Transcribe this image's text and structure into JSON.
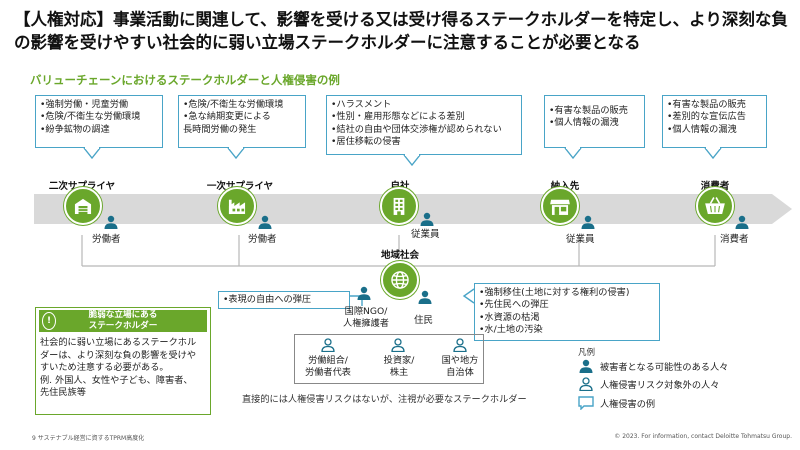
{
  "title": "【人権対応】事業活動に関連して、影響を受ける又は受け得るステークホルダーを特定し、より深刻な負の影響を受けやすい社会的に弱い立場ステークホルダーに注意することが必要となる",
  "subtitle": "バリューチェーンにおけるステークホルダーと人権侵害の例",
  "callouts": {
    "second_tier": [
      "•強制労働・児童労働",
      "•危険/不衛生な労働環境",
      "•紛争鉱物の調達"
    ],
    "first_tier": [
      "•危険/不衛生な労働環境",
      "•急な納期変更による",
      "  長時間労働の発生"
    ],
    "company": [
      "•ハラスメント",
      "•性別・雇用形態などによる差別",
      "•結社の自由や団体交渉権が認められない",
      "•居住移転の侵害"
    ],
    "delivery": [
      "•有害な製品の販売",
      "•個人情報の漏洩"
    ],
    "consumer": [
      "•有害な製品の販売",
      "•差別的な宣伝広告",
      "•個人情報の漏洩"
    ],
    "expression": [
      "•表現の自由への弾圧"
    ],
    "residents": [
      "•強制移住(土地に対する権利の侵害)",
      "•先住民への弾圧",
      "•水資源の枯渇",
      "•水/土地の汚染"
    ]
  },
  "nodes": {
    "second_tier": "二次サプライヤ",
    "first_tier": "一次サプライヤ",
    "company": "自社",
    "delivery": "納入先",
    "consumer": "消費者",
    "community": "地域社会"
  },
  "persons": {
    "worker1": "労働者",
    "worker2": "労働者",
    "employee1": "従業員",
    "employee2": "従業員",
    "consumer": "消費者",
    "ngo": "国際NGO/\n人権擁護者",
    "resident": "住民",
    "union": "労働組合/\n労働者代表",
    "investor": "投資家/\n株主",
    "government": "国や地方\n自治体"
  },
  "stakeholder_box": {
    "badge": "!",
    "head_line1": "脆弱な立場にある",
    "head_line2": "ステークホルダー",
    "body": [
      "社会的に弱い立場にあるステークホル",
      "ダーは、より深刻な負の影響を受けや",
      "すいため注意する必要がある。",
      "例. 外国人、女性や子ども、障害者、",
      "先住民族等"
    ]
  },
  "indirect_note": "直接的には人権侵害リスクはないが、注視が必要なステークホルダー",
  "legend": {
    "title": "凡例",
    "items": [
      "被害者となる可能性のある人々",
      "人権侵害リスク対象外の人々",
      "人権侵害の例"
    ]
  },
  "footer": {
    "left": "9  サステナブル経営に資するTPRM高度化",
    "right": "© 2023. For information, contact Deloitte Tohmatsu Group."
  },
  "colors": {
    "green": "#6aa72b",
    "teal": "#1a6f8a",
    "callout_border": "#49a4c7",
    "grey_arrow": "#d9d9d9"
  }
}
